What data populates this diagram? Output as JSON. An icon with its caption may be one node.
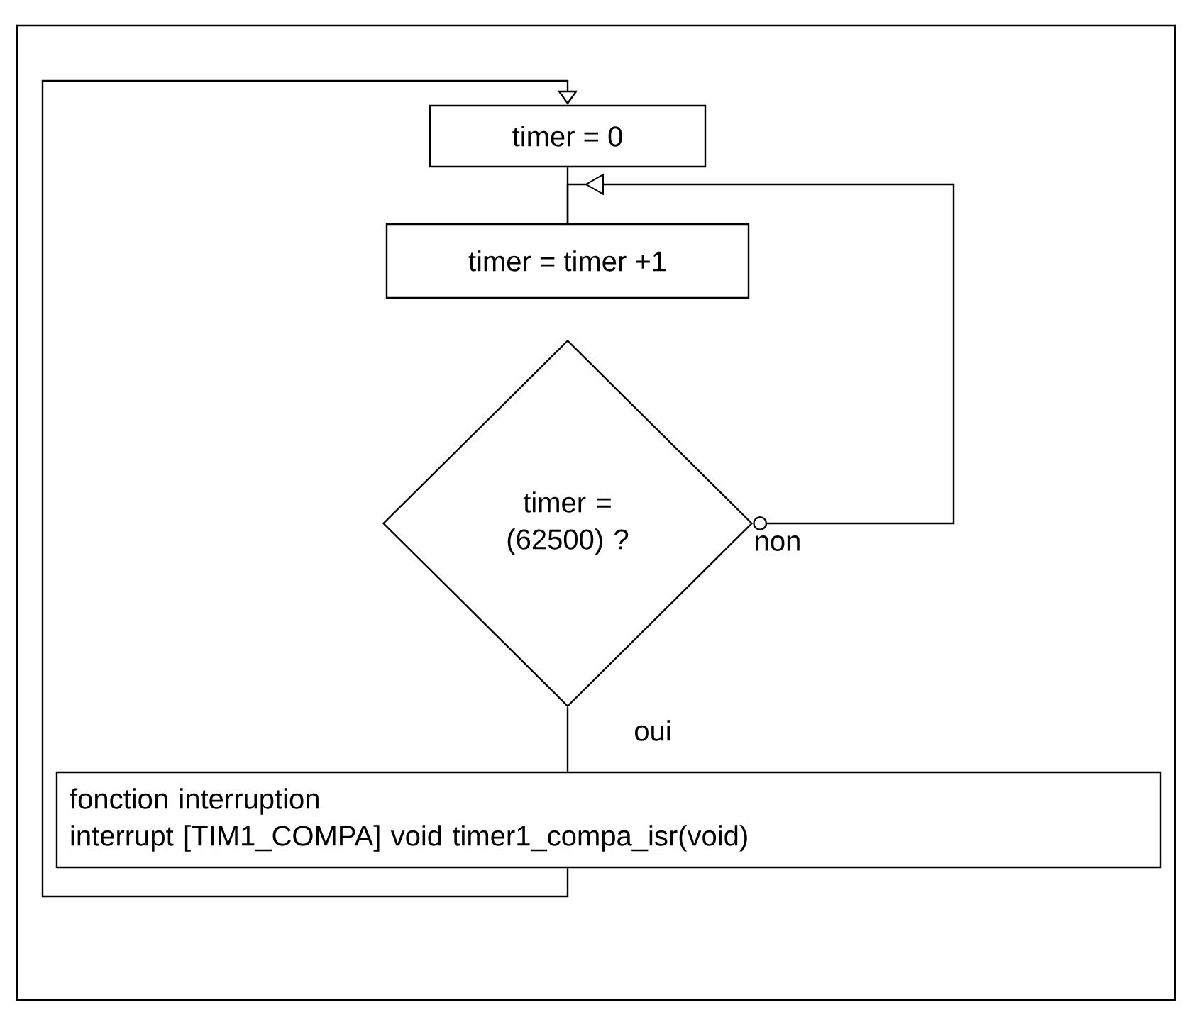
{
  "diagram": {
    "nodes": [
      {
        "text": [
          "timer = 0"
        ]
      },
      {
        "text": [
          "timer = timer +1"
        ]
      },
      {
        "text": [
          "timer = (62500) ?"
        ]
      },
      {
        "text": [
          "fonction interruption",
          "interrupt [TIM1_COMPA] void timer1_compa_isr(void)"
        ]
      }
    ],
    "edges": [
      {
        "from": 0,
        "to": 1,
        "arrow": "none"
      },
      {
        "from": 2,
        "to": 1,
        "arrow": "to",
        "label": "non"
      },
      {
        "from": 2,
        "to": 3,
        "arrow": "none",
        "label": "oui"
      },
      {
        "from": 3,
        "to": 0,
        "arrow": "to"
      }
    ]
  }
}
